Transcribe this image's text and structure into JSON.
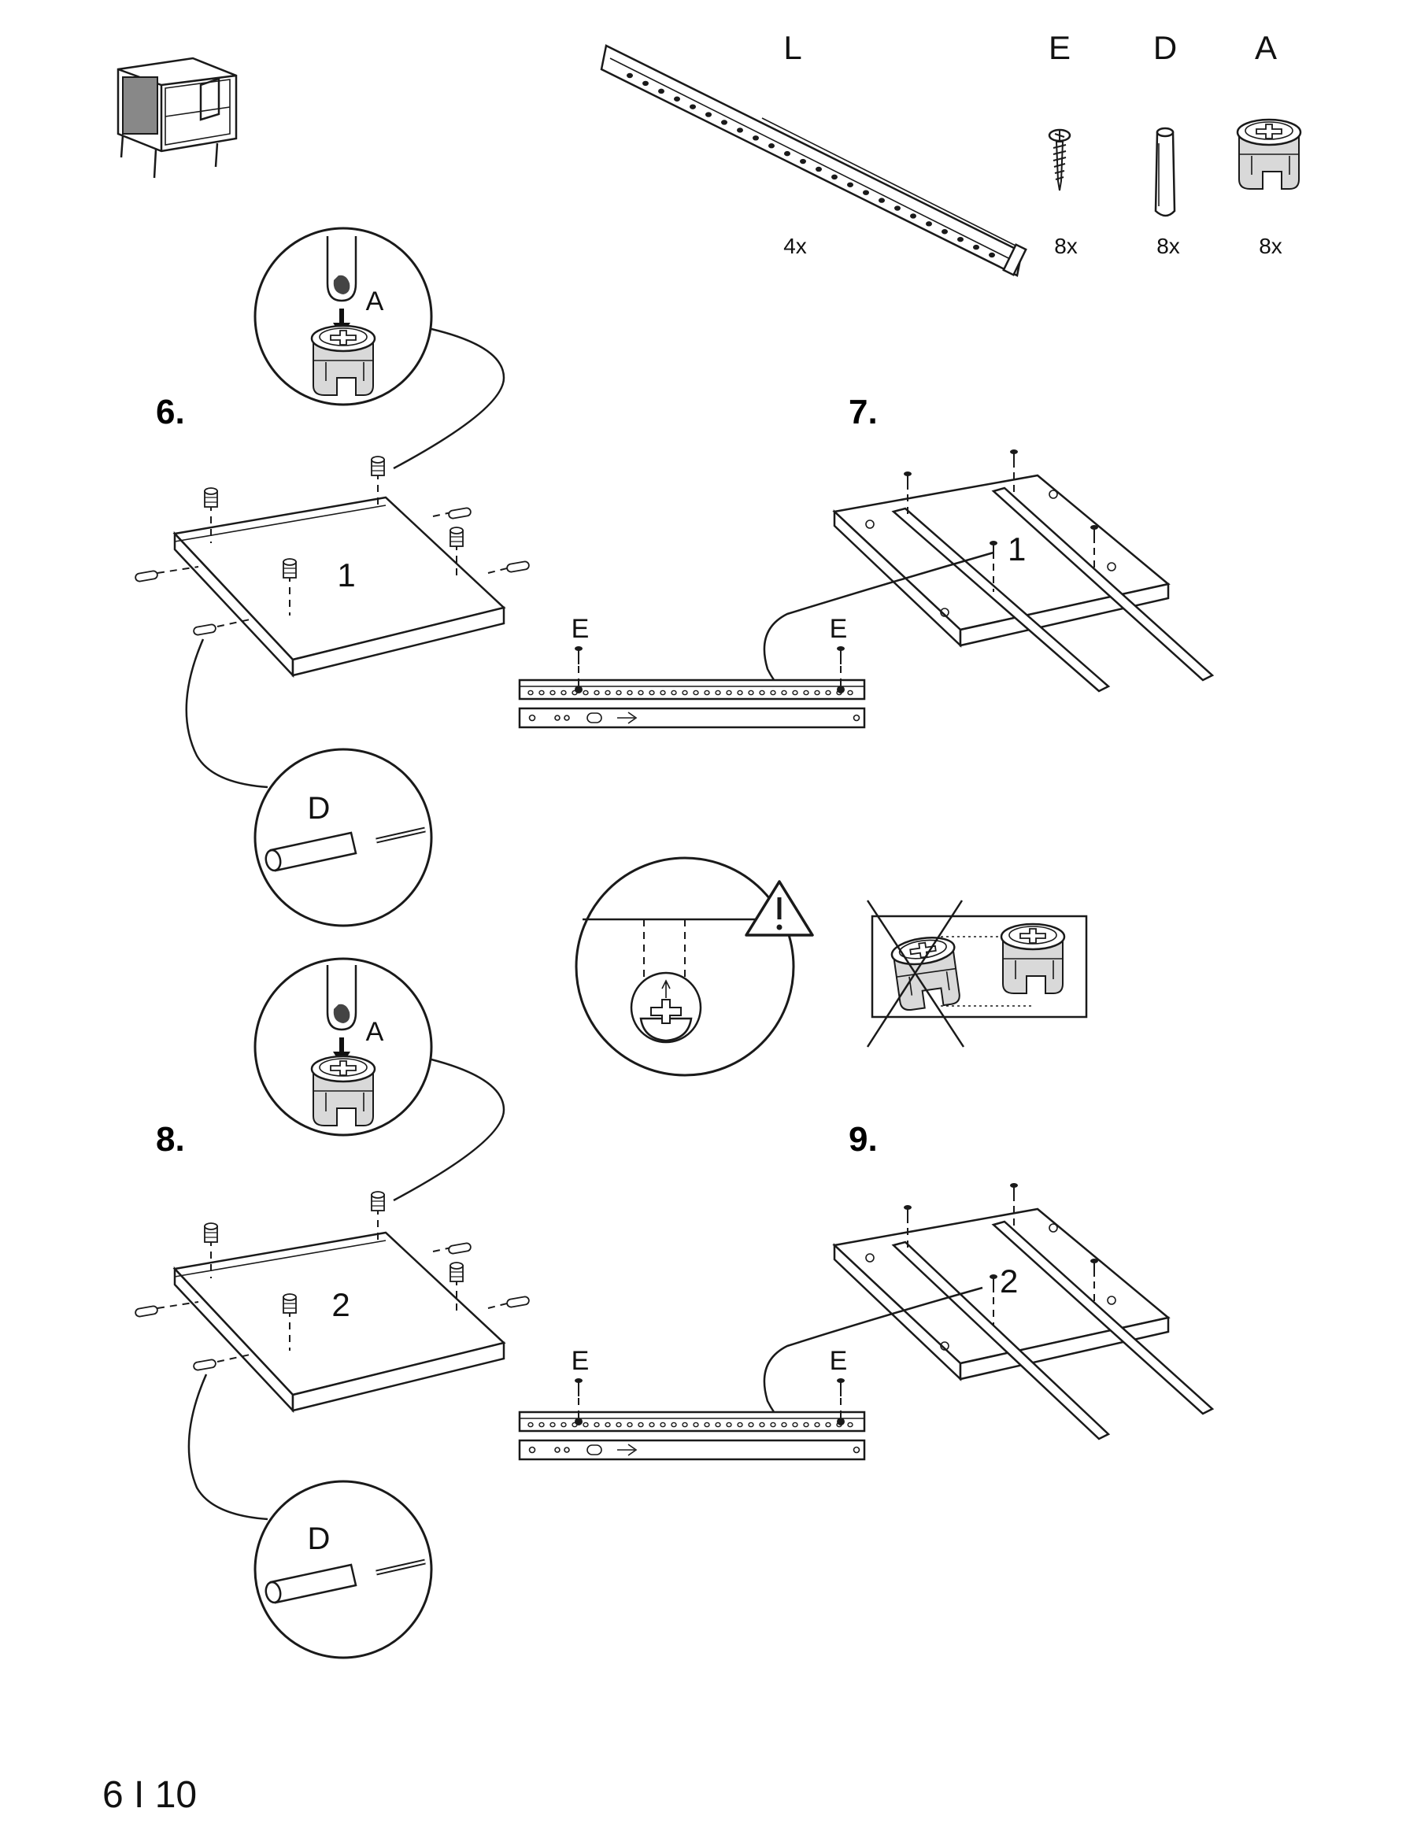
{
  "parts": [
    {
      "letter": "L",
      "count": "4x",
      "icon": "drawer-runner-icon"
    },
    {
      "letter": "E",
      "count": "8x",
      "icon": "screw-icon"
    },
    {
      "letter": "D",
      "count": "8x",
      "icon": "dowel-icon"
    },
    {
      "letter": "A",
      "count": "8x",
      "icon": "cam-lock-icon"
    }
  ],
  "steps": {
    "s6": {
      "number": "6.",
      "panel_label": "1",
      "zoom_top_label": "A",
      "zoom_bottom_label": "D"
    },
    "s7": {
      "number": "7.",
      "panel_label": "1",
      "screw_label_left": "E",
      "screw_label_right": "E"
    },
    "s8": {
      "number": "8.",
      "panel_label": "2",
      "zoom_top_label": "A",
      "zoom_bottom_label": "D"
    },
    "s9": {
      "number": "9.",
      "panel_label": "2",
      "screw_label_left": "E",
      "screw_label_right": "E"
    }
  },
  "warning_icon": "warning-triangle-icon",
  "page_number": "6 I 10"
}
